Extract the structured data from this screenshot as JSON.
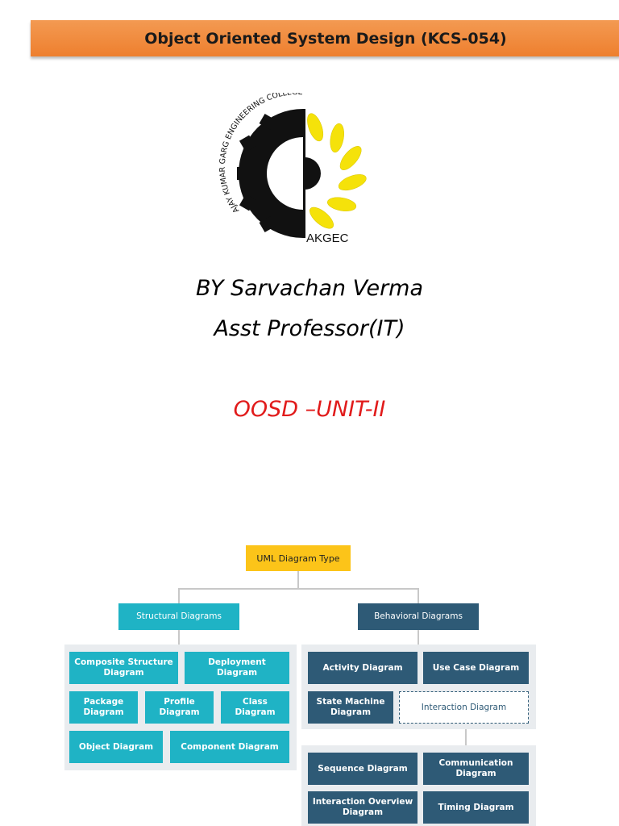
{
  "header": {
    "title": "Object Oriented System Design (KCS-054)"
  },
  "logo": {
    "ring_text": "AJAY KUMAR GARG ENGINEERING COLLEGE",
    "abbr": "AKGEC",
    "colors": {
      "gear": "#111111",
      "sun": "#f5e20a"
    }
  },
  "author": {
    "line1": "BY Sarvachan Verma",
    "line2": "Asst Professor(IT)"
  },
  "unit": {
    "title": "OOSD –UNIT-II",
    "color": "#e11b1b"
  },
  "diagram": {
    "root": "UML Diagram Type",
    "structural": {
      "label": "Structural Diagrams",
      "items": [
        "Composite Structure Diagram",
        "Deployment Diagram",
        "Package Diagram",
        "Profile Diagram",
        "Class Diagram",
        "Object Diagram",
        "Component Diagram"
      ]
    },
    "behavioral": {
      "label": "Behavioral Diagrams",
      "items": [
        "Activity Diagram",
        "Use Case Diagram",
        "State Machine Diagram",
        "Interaction Diagram"
      ]
    },
    "interaction": {
      "items": [
        "Sequence Diagram",
        "Communication Diagram",
        "Interaction Overview Diagram",
        "Timing Diagram"
      ]
    },
    "colors": {
      "root": "#fcc419",
      "structural": "#1fb3c5",
      "behavioral": "#2e5a76"
    }
  }
}
